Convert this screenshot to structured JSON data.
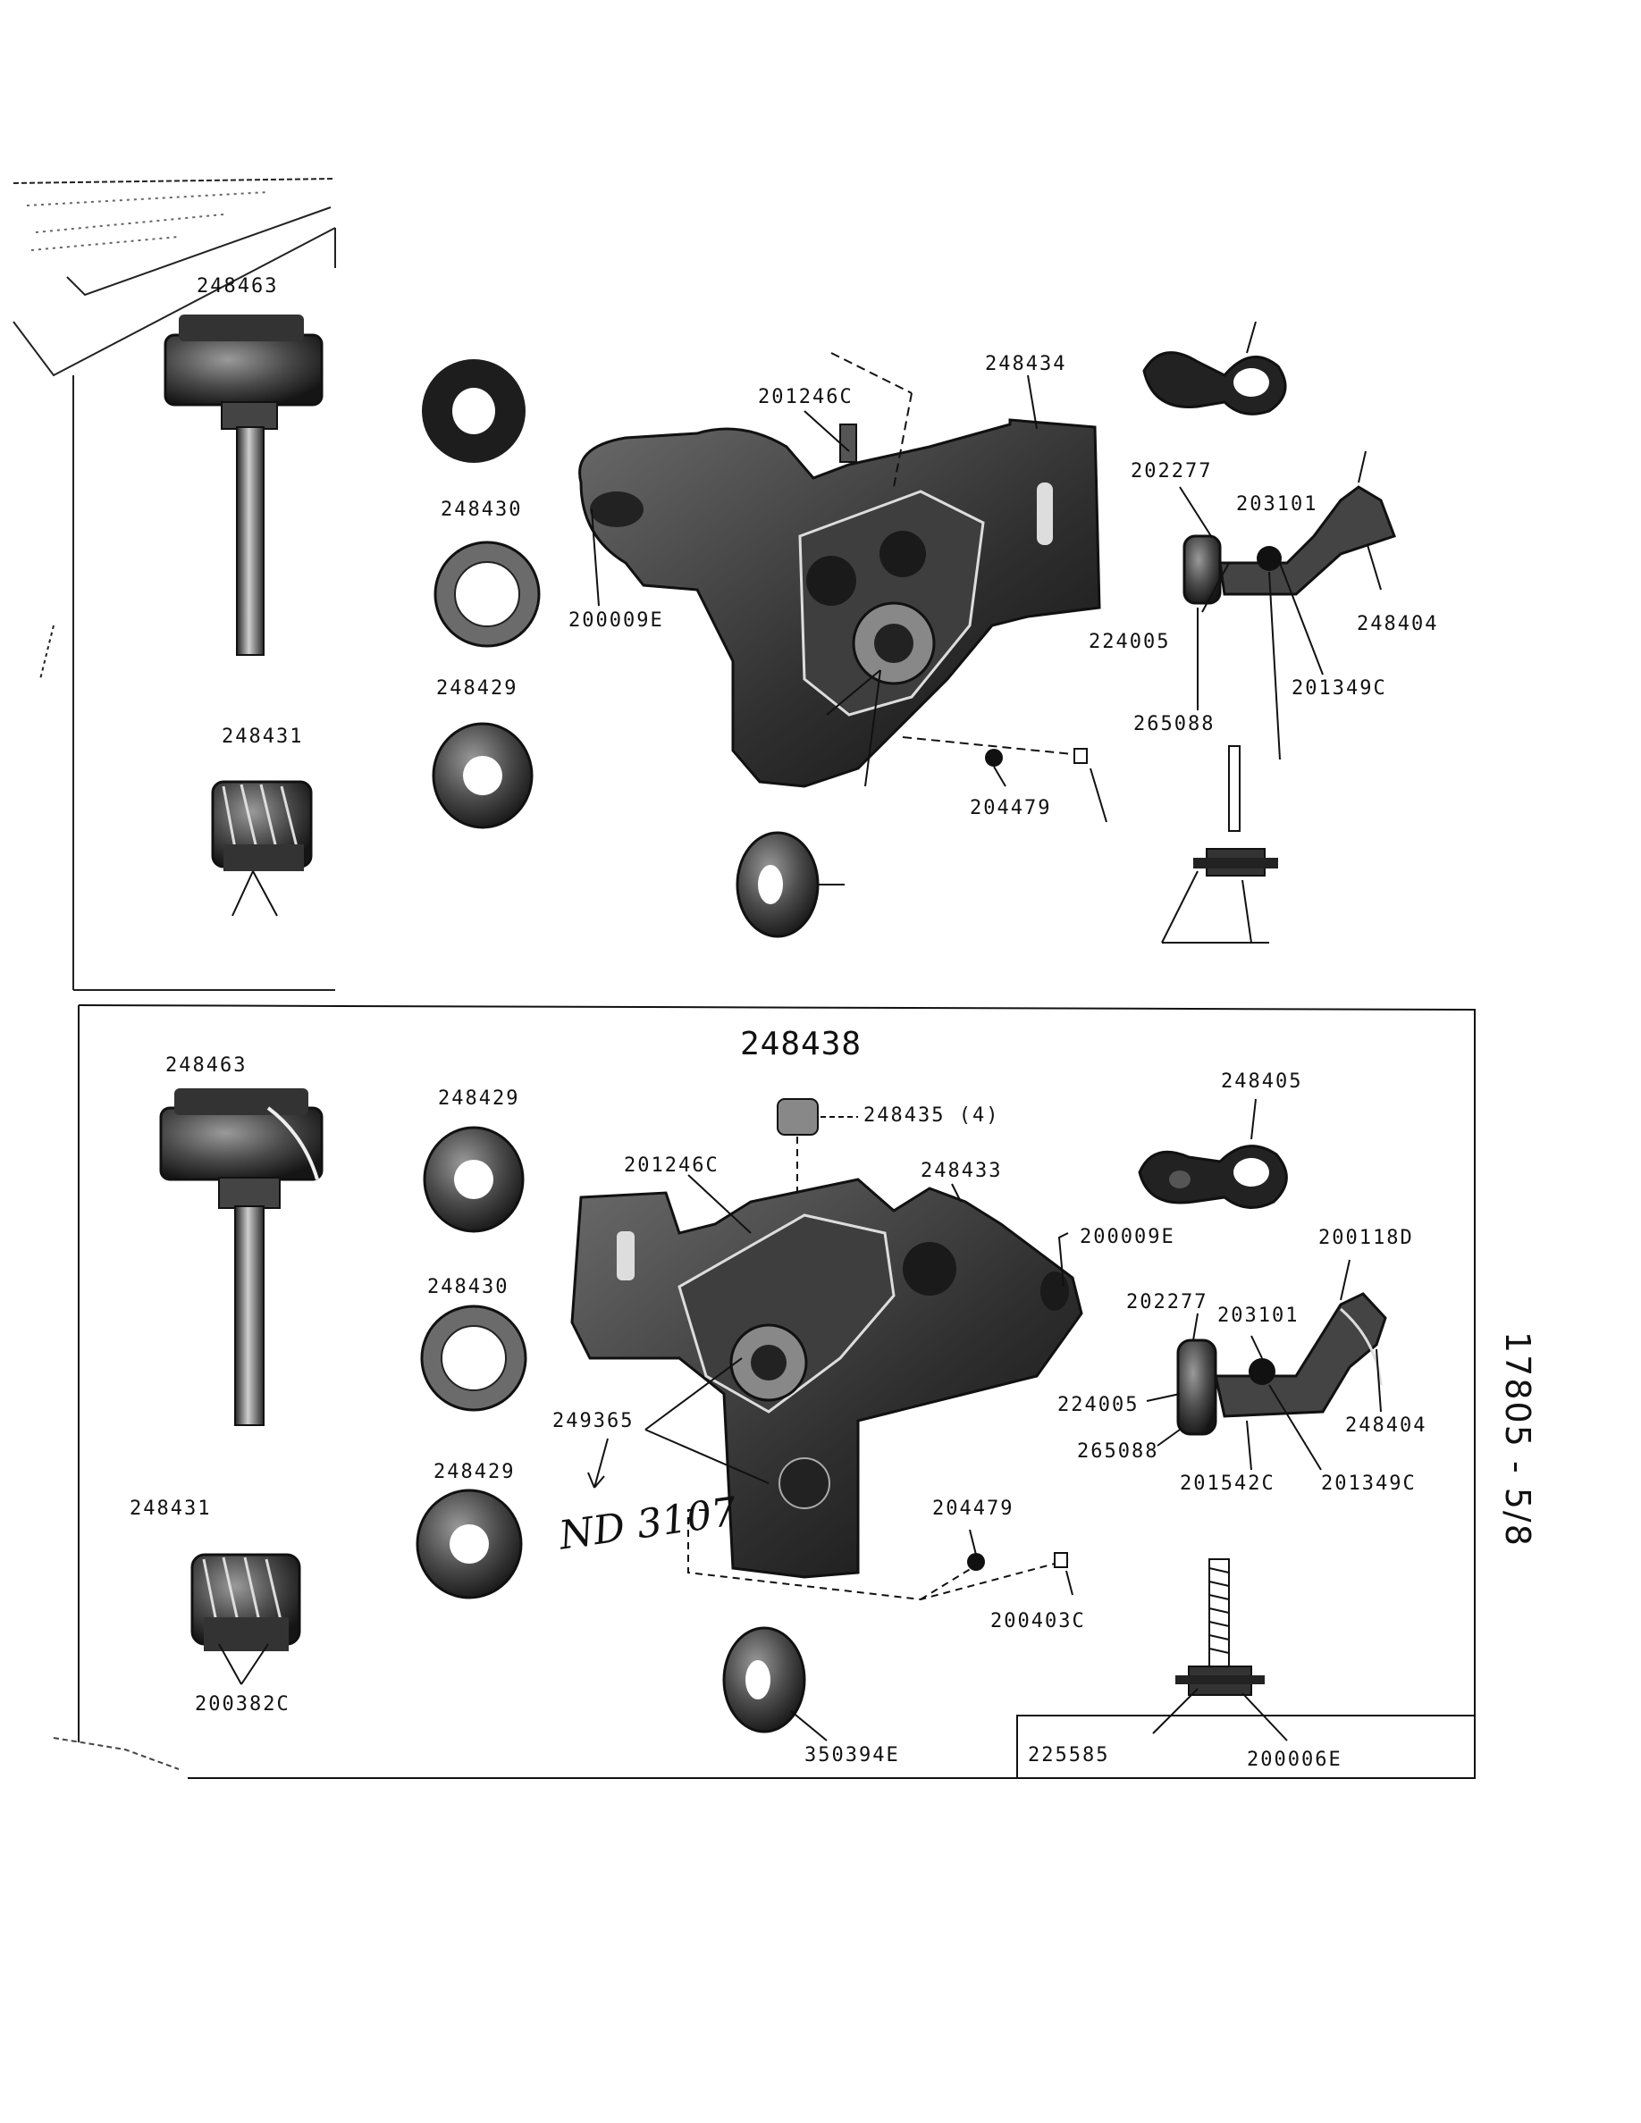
{
  "upper_panel": {
    "labels": {
      "hook": "248463",
      "washer_a": "248430",
      "washer_b": "248429",
      "gear": "248431",
      "set_screw": "201246C",
      "frame": "248434",
      "oil_plug": "200009E",
      "ball": "204479",
      "screw_a": "202277",
      "screw_b": "203101",
      "screw_c": "224005",
      "screw_d": "201349C",
      "lever": "248404",
      "pin": "265088"
    }
  },
  "lower_panel": {
    "title": "248438",
    "labels": {
      "hook": "248463",
      "washer_top": "248429",
      "washer_mid": "248430",
      "washer_bot": "248429",
      "gear": "248431",
      "gear_screws": "200382C",
      "cap_nut": "248435 (4)",
      "set_screw": "201246C",
      "frame": "248433",
      "oil_plug": "200009E",
      "clamp": "248405",
      "lever_screw": "200118D",
      "screw_a": "202277",
      "screw_b": "203101",
      "screw_c": "224005",
      "pin": "265088",
      "screw_e": "201542C",
      "screw_d": "201349C",
      "lever": "248404",
      "bearing_screws": "249365",
      "ball": "204479",
      "spring": "200403C",
      "bushing": "350394E",
      "stud": "225585",
      "stud_screw": "200006E"
    },
    "handwriting": "ND 3107"
  },
  "page_number": "17805 - 5/8"
}
